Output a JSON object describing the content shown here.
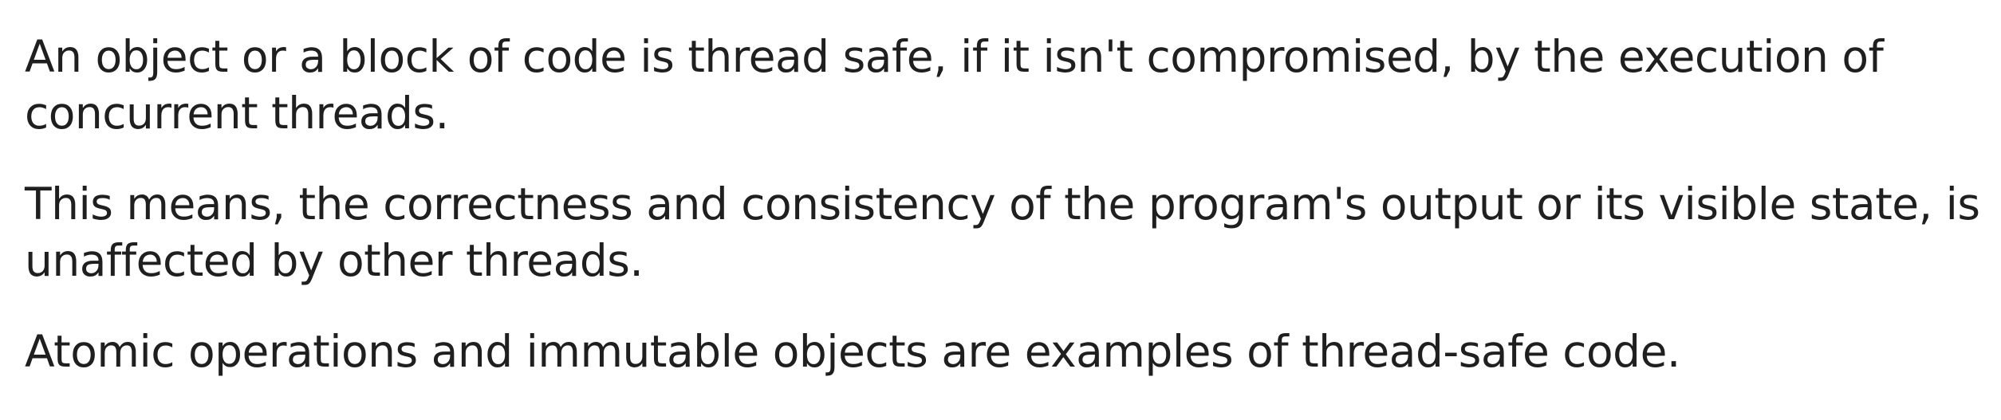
{
  "paragraphs": [
    {
      "text": "An object or a block of code is thread safe, if it isn't compromised, by the execution of concurrent threads."
    },
    {
      "text": "This means, the correctness and consistency of the program's output or its visible state, is unaffected by other threads."
    },
    {
      "text": "Atomic operations and immutable objects are examples of thread-safe code."
    }
  ]
}
